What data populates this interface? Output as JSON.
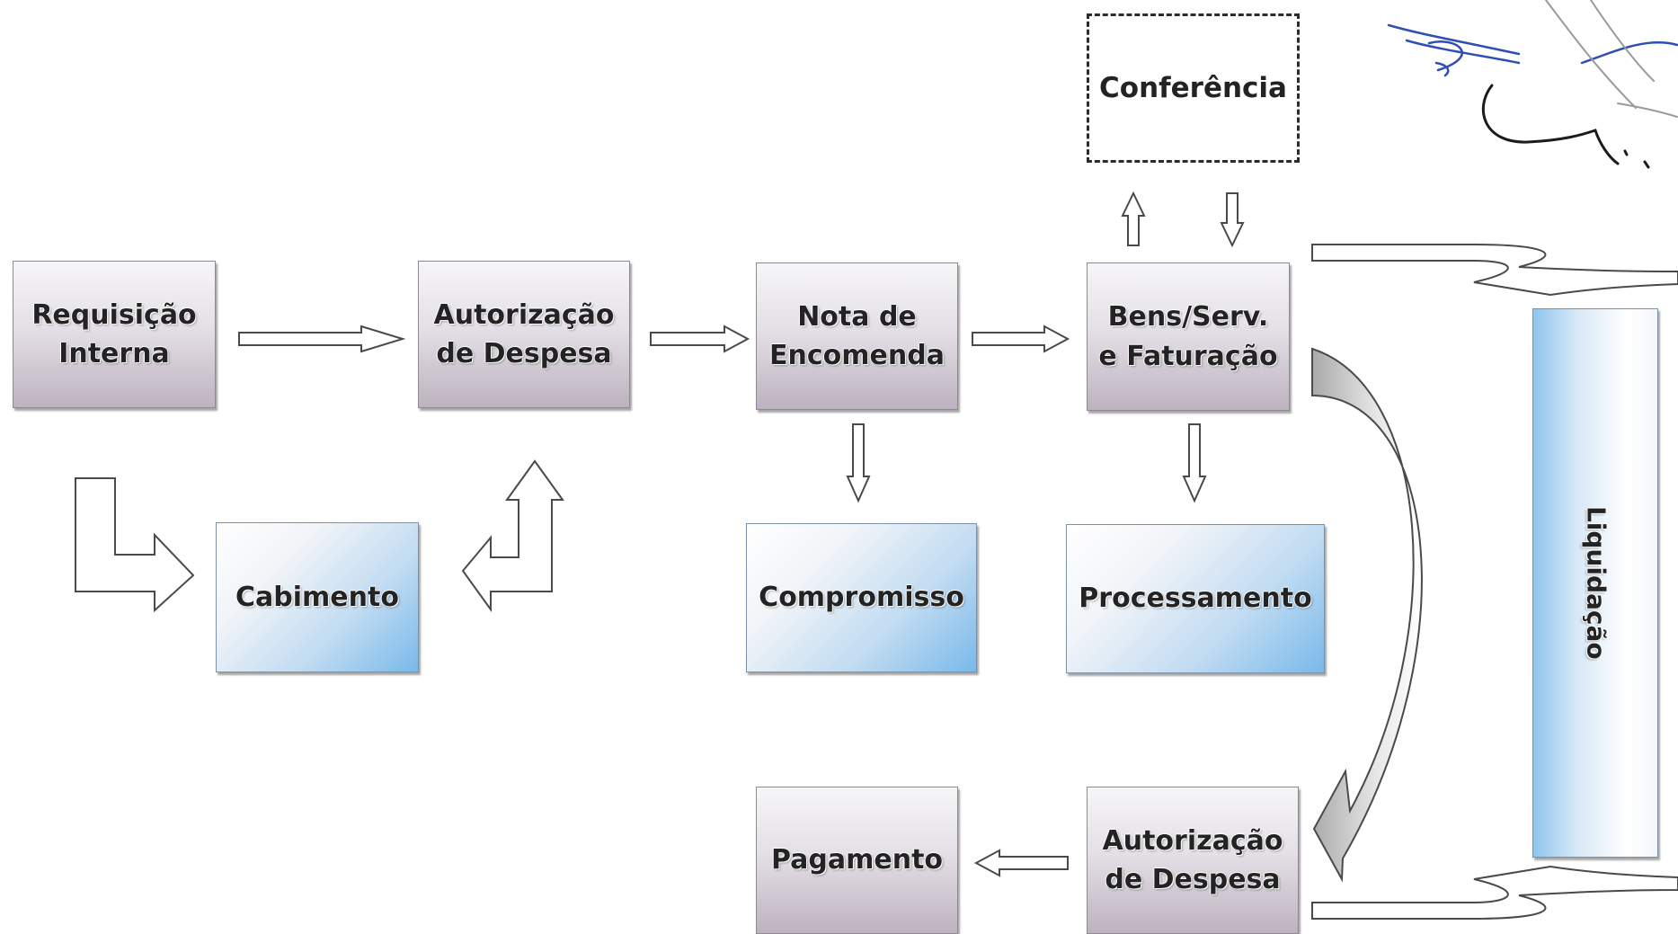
{
  "diagram": {
    "boxes": {
      "requisicao": {
        "line1": "Requisição",
        "line2": "Interna"
      },
      "autorizacao1": {
        "line1": "Autorização",
        "line2": "de Despesa"
      },
      "nota": {
        "line1": "Nota de",
        "line2": "Encomenda"
      },
      "bens": {
        "line1": "Bens/Serv.",
        "line2": "e Faturação"
      },
      "conferencia": "Conferência",
      "cabimento": "Cabimento",
      "compromisso": "Compromisso",
      "processamento": "Processamento",
      "pagamento": "Pagamento",
      "autorizacao2": {
        "line1": "Autorização",
        "line2": "de Despesa"
      },
      "liquidacao": "Liquidação"
    },
    "colors": {
      "arrow_stroke": "#4a4a4a",
      "grey_box": "#cfc6d1",
      "blue_box": "#79b9ea",
      "signature_ink": "#2f4fb5",
      "pencil": "#9a9a9a"
    }
  }
}
